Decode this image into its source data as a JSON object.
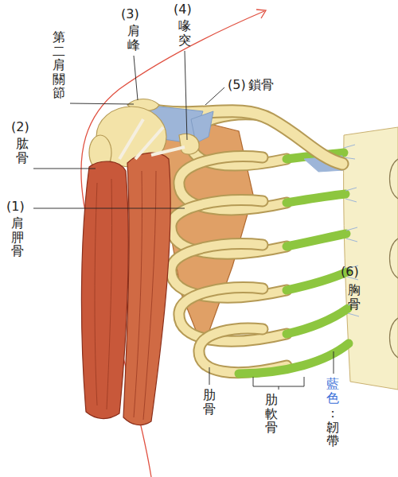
{
  "diagram": {
    "labels": [
      "(1)",
      "肩胛骨",
      "(2)",
      "肱骨",
      "(3)",
      "肩峰",
      "(4)",
      "喙突",
      "(5)",
      "鎖骨",
      "(6)",
      "胸骨",
      "第二肩關節",
      "肋骨",
      "肋軟骨",
      "藍色",
      "：韌帶"
    ]
  }
}
